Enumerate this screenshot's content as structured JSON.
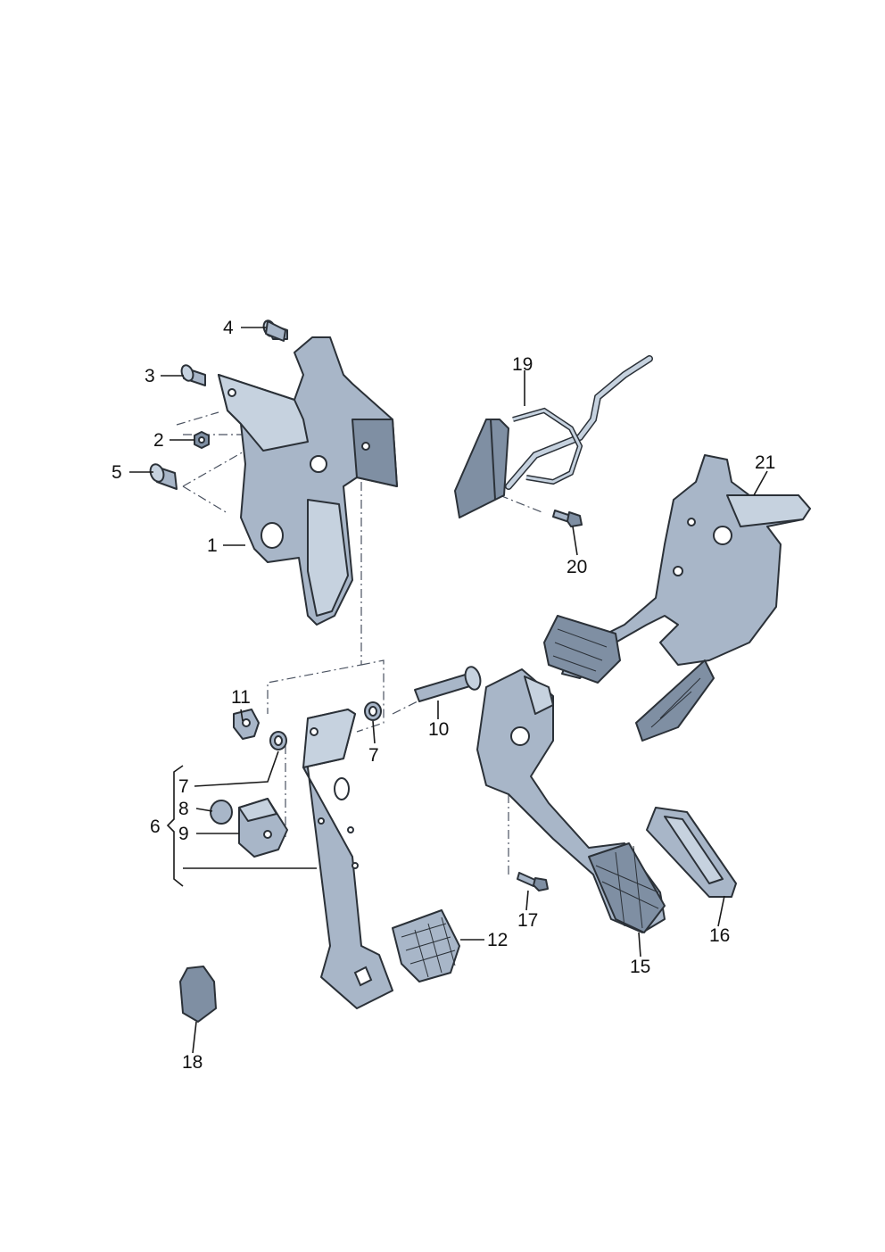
{
  "callouts": {
    "c1": "1",
    "c2": "2",
    "c3": "3",
    "c4": "4",
    "c5": "5",
    "c6": "6",
    "c7a": "7",
    "c7b": "7",
    "c8": "8",
    "c9": "9",
    "c10": "10",
    "c11": "11",
    "c12": "12",
    "c15": "15",
    "c16": "16",
    "c17": "17",
    "c18": "18",
    "c19": "19",
    "c20": "20",
    "c21": "21"
  },
  "icons": {
    "bracket": "pedal-bracket-icon",
    "bushing": "bushing-icon",
    "nut": "nut-icon",
    "clutch_pedal": "clutch-pedal-icon",
    "brake_pedal": "brake-pedal-icon",
    "accelerator": "accelerator-pedal-icon",
    "pedal_pad": "pedal-pad-icon",
    "bolt": "bolt-icon",
    "pedal_cluster": "pedal-cluster-icon",
    "clip_holder": "clip-holder-icon"
  },
  "colors": {
    "part_fill": "#a8b6c8",
    "part_light": "#c6d2df",
    "part_dark": "#7f8fa3",
    "outline": "#2b3138"
  }
}
